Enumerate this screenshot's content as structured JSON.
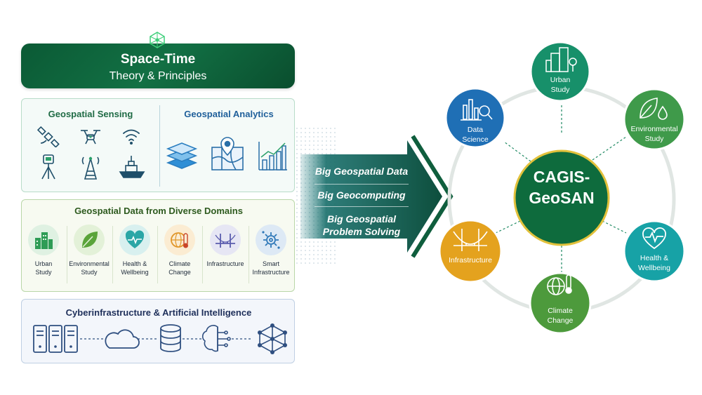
{
  "banner": {
    "title": "Space-Time",
    "subtitle": "Theory & Principles"
  },
  "sensing_panel": {
    "left_heading": "Geospatial Sensing",
    "right_heading": "Geospatial Analytics",
    "sensing_icons": [
      "satellite-icon",
      "drone-icon",
      "wifi-signal-icon",
      "survey-tripod-icon",
      "cell-tower-icon",
      "ship-icon"
    ],
    "analytics_icons": [
      "layers-icon",
      "map-pin-icon",
      "bar-chart-trend-icon"
    ]
  },
  "domains_panel": {
    "heading": "Geospatial Data from Diverse Domains",
    "items": [
      {
        "label_1": "Urban",
        "label_2": "Study",
        "icon": "buildings-icon",
        "color": "#2e9c55",
        "bg": "#dff1e2"
      },
      {
        "label_1": "Environmental",
        "label_2": "Study",
        "icon": "leaf-icon",
        "color": "#5aa43a",
        "bg": "#e3f1d8"
      },
      {
        "label_1": "Health &",
        "label_2": "Wellbeing",
        "icon": "heart-pulse-icon",
        "color": "#2aa6a6",
        "bg": "#d8f0ef"
      },
      {
        "label_1": "Climate",
        "label_2": "Change",
        "icon": "globe-thermometer-icon",
        "color": "#e0962a",
        "bg": "#fbecd2"
      },
      {
        "label_1": "Infrastructure",
        "label_2": "",
        "icon": "bridge-icon",
        "color": "#5a5cae",
        "bg": "#e6e6f4"
      },
      {
        "label_1": "Smart",
        "label_2": "Infrastructure",
        "icon": "gear-network-icon",
        "color": "#2f78b8",
        "bg": "#dde9f5"
      }
    ]
  },
  "cyber_panel": {
    "heading": "Cyberinfrastructure & Artificial Intelligence",
    "icons": [
      "server-rack-icon",
      "cloud-icon",
      "database-icon",
      "ai-brain-icon",
      "network-graph-icon"
    ]
  },
  "flow": {
    "items": [
      "Big Geospatial Data",
      "Big Geocomputing",
      "Big Geospatial",
      "Problem Solving"
    ]
  },
  "hub": {
    "center_line_1": "CAGIS-",
    "center_line_2": "GeoSAN",
    "nodes": [
      {
        "id": "urban",
        "label_1": "Urban",
        "label_2": "Study",
        "color": "#17906a"
      },
      {
        "id": "environmental",
        "label_1": "Environmental",
        "label_2": "Study",
        "color": "#3f9a4a"
      },
      {
        "id": "health",
        "label_1": "Health &",
        "label_2": "Wellbeing",
        "color": "#17a2a6"
      },
      {
        "id": "climate",
        "label_1": "Climate",
        "label_2": "Change",
        "color": "#4d9a3c"
      },
      {
        "id": "infrastructure",
        "label_1": "Infrastructure",
        "label_2": "",
        "color": "#e4a21e"
      },
      {
        "id": "data-science",
        "label_1": "Data",
        "label_2": "Science",
        "color": "#1f6fb5"
      }
    ],
    "center_color": "#0e6b3d",
    "ring_color": "#e0e6e3"
  }
}
